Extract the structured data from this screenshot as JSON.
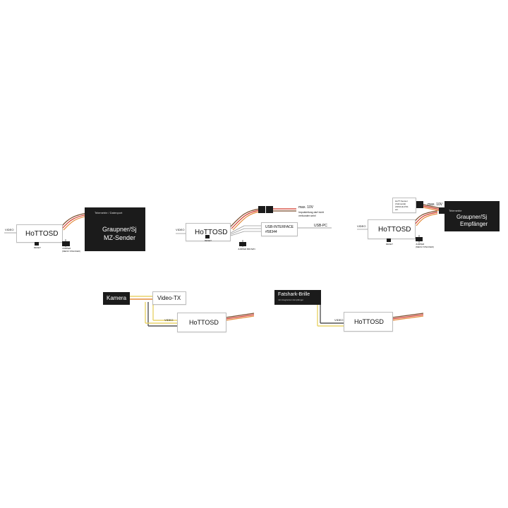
{
  "diagram1": {
    "video_label": "VIDEO",
    "osd_label": "HoTTOSD",
    "reset_label": "RESET",
    "jumper_label_line1": "JUMPER",
    "jumper_label_line2": "(MENÜ STECKER)",
    "telemetry_label": "Telemetrie / Datenport",
    "transmitter_line1": "Graupner/Sj",
    "transmitter_line2": "MZ-Sender"
  },
  "diagram2": {
    "video_label": "VIDEO",
    "osd_label": "HoTTOSD",
    "reset_label": "RESET",
    "jumper_label": "JUMPER BROWN",
    "max_voltage": "max. 10V",
    "note_line1": "Impulsleitung darf nicht",
    "note_line2": "verbunden sein!",
    "usb_line1": "USB-INTERFACE",
    "usb_line2": "#58344",
    "usb_pc": "USB-PC"
  },
  "diagram3": {
    "video_label": "VIDEO",
    "osd_label": "HoTTOSD",
    "reset_label": "RESET",
    "jumper_label_line1": "JUMPER",
    "jumper_label_line2": "(MENÜ STECKER)",
    "max_voltage": "max. 10V",
    "telemetry_label": "Telemetrie",
    "receiver_line1": "Graupner/Sj",
    "receiver_line2": "Empfänger",
    "small_box_lines": [
      "HoTT-Sensor",
      "(Voltmodul)",
      "ANSCHLUSS",
      "etc."
    ]
  },
  "diagram4": {
    "camera_label": "Kamera",
    "video_tx_label": "Video-TX",
    "video_label": "VIDEO",
    "osd_label": "HoTTOSD"
  },
  "diagram5": {
    "goggles_line1": "Fatshark-Brille",
    "goggles_line2": "mit integriertem Empfänger",
    "video_label": "VIDEO",
    "osd_label": "HoTTOSD"
  },
  "colors": {
    "wire_red": "#d33a2c",
    "wire_orange": "#e38b3c",
    "wire_brown": "#7a4a2a",
    "wire_yellow": "#e8d36a",
    "wire_white": "#d9d9d9",
    "box_black": "#1b1b1b"
  }
}
